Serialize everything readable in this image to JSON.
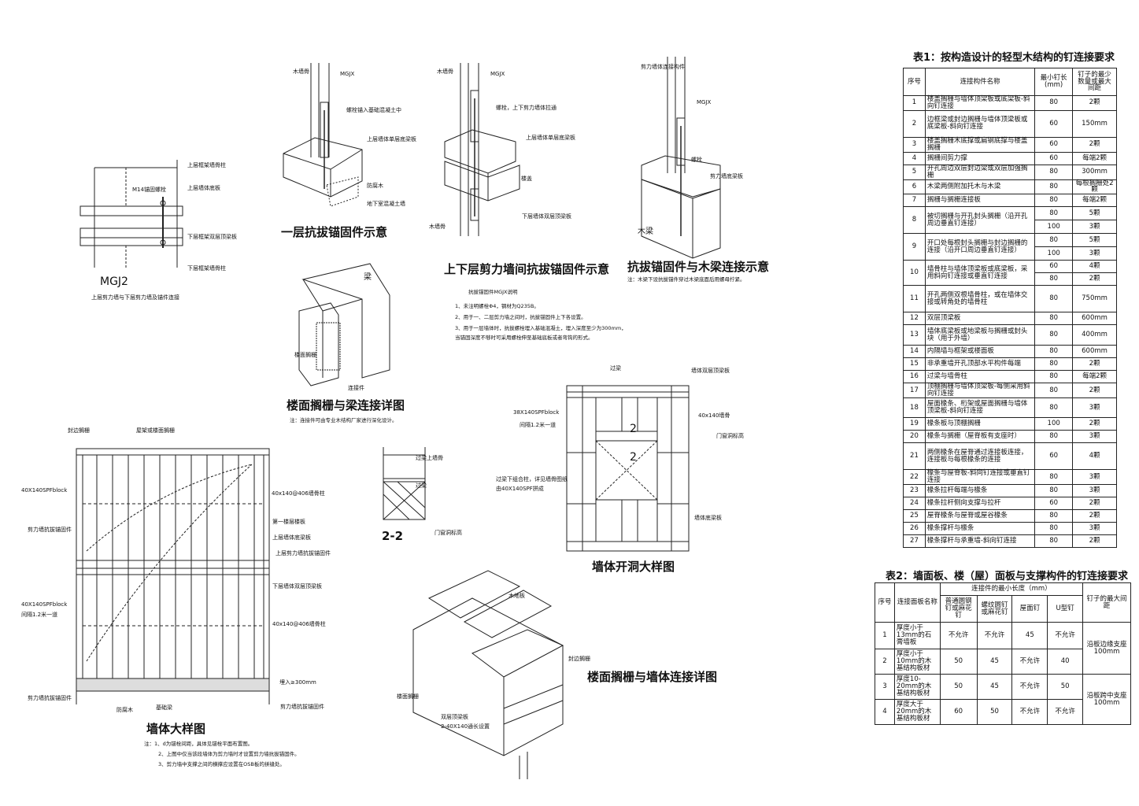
{
  "drawings": {
    "mgj2": {
      "title": "MGJ2",
      "caption": "上层剪力墙与下层剪力墙及锚件连接",
      "labels": [
        "上层框架墙骨柱",
        "M14锚固螺栓",
        "上层墙体底板",
        "下层框架双层顶梁板",
        "下层框架墙骨柱"
      ]
    },
    "d1": {
      "title": "一层抗拔锚固件示意",
      "labels": [
        "木墙骨",
        "MGJX",
        "螺栓锚入基础混凝土中",
        "上层墙体单层底梁板",
        "防腐木",
        "地下室混凝土墙"
      ]
    },
    "d2": {
      "title": "上下层剪力墙间抗拔锚固件示意",
      "labels": [
        "木墙骨",
        "MGJX",
        "螺栓，上下剪力墙体拉通",
        "上层墙体单层底梁板",
        "楼盖",
        "下层墙体双层顶梁板",
        "木墙骨"
      ]
    },
    "d3": {
      "title": "抗拔锚固件与木梁连接示意",
      "labels": [
        "剪力墙体连接构件",
        "MGJX",
        "螺栓",
        "剪力墙底梁板",
        "木梁"
      ],
      "note": "注：木梁下设抗拔锚件穿过木梁底面后用螺母拧紧。"
    },
    "mgjx_notes": {
      "heading": "抗拔锚固件MGJX说明",
      "lines": [
        "1、未注明螺栓Φ4，钢材为Q235B。",
        "2、用于一、二层剪力墙之间时，抗拔锚固件上下各设置。",
        "3、用于一层墙体时，抗拔螺栓埋入基础混凝土，埋入深度至少为300mm，",
        "   当锚固深度不够时可采用螺栓伸至基础底板或者弯钩的形式。"
      ]
    },
    "beam": {
      "title": "楼面搁栅与梁连接详图",
      "labels": [
        "梁",
        "楼面搁栅",
        "连接件"
      ],
      "note": "注：连接件可由专业木结构厂家进行深化设计。"
    },
    "s22": {
      "title": "2-2",
      "labels": [
        "过梁上墙骨",
        "过梁",
        "门窗洞标高"
      ]
    },
    "opening": {
      "title": "墙体开洞大样图",
      "labels": [
        "过梁",
        "墙体双层顶梁板",
        "38X140SPFblock",
        "间隔1.2米一道",
        "40x140墙骨",
        "门窗洞标高",
        "过梁下组合柱，详见墙骨图纸",
        "由40X140SPF拼成",
        "墙体底梁板"
      ]
    },
    "joist_wall": {
      "title": "楼面搁栅与墙体连接详图",
      "labels": [
        "木地板",
        "楼面搁栅",
        "封边搁栅",
        "双层顶梁板",
        "2-40X140通长设置"
      ]
    },
    "wall": {
      "title": "墙体大样图",
      "labels": [
        "封边搁栅",
        "屋架或楼面搁栅",
        "40X140SPFblock",
        "40x140@406墙骨柱",
        "剪力墙抗拔锚固件",
        "第一楼层楼板",
        "上层墙体底梁板",
        "上层剪力墙抗拔锚固件",
        "下层墙体双层顶梁板",
        "40X140SPFblock",
        "间隔1.2米一道",
        "40x140@406墙骨柱",
        "埋入≥300mm",
        "剪力墙抗拔锚固件",
        "基础梁",
        "防腐木",
        "剪力墙抗拔锚固件"
      ],
      "notes": [
        "注：1、d为锚栓间距，具体见锚栓平面布置图。",
        "2、上图中仅当该段墙体为剪力墙时才设置剪力墙抗拔锚固件。",
        "3、剪力墙中支撑之间的横撑应设置在OSB板的拼缝处。"
      ]
    }
  },
  "table1": {
    "caption": "表1：按构造设计的轻型木结构的钉连接要求",
    "headers": [
      "序号",
      "连接构件名称",
      "最小钉长(mm)",
      "钉子的最少数量或最大间距"
    ],
    "rows": [
      [
        "1",
        "楼盖搁栅与墙体顶梁板或底梁板-斜向钉连接",
        "80",
        "2颗"
      ],
      [
        "2",
        "边框梁或封边搁栅与墙体顶梁板或底梁板-斜向钉连接",
        "60",
        "150mm"
      ],
      [
        "3",
        "楼盖搁栅木底撑或扁钢底撑与楼盖搁栅",
        "60",
        "2颗"
      ],
      [
        "4",
        "搁栅间剪力撑",
        "60",
        "每端2颗"
      ],
      [
        "5",
        "开孔周边双层封边梁或双层加强搁栅",
        "80",
        "300mm"
      ],
      [
        "6",
        "木梁两侧附加托木与木梁",
        "80",
        "每根搁栅处2颗"
      ],
      [
        "7",
        "搁栅与搁栅连接板",
        "80",
        "每端2颗"
      ],
      [
        "8a",
        "被切搁栅与开孔封头搁栅（沿开孔周边垂直钉连接）",
        "80",
        "5颗"
      ],
      [
        "8b",
        "",
        "100",
        "3颗"
      ],
      [
        "9a",
        "开口处每根封头搁栅与封边搁栅的连接（沿开口周边垂直钉连接）",
        "80",
        "5颗"
      ],
      [
        "9b",
        "",
        "100",
        "3颗"
      ],
      [
        "10a",
        "墙骨柱与墙体顶梁板或底梁板，采用斜向钉连接或垂直钉连接",
        "60",
        "4颗"
      ],
      [
        "10b",
        "",
        "80",
        "2颗"
      ],
      [
        "11",
        "开孔两侧双根墙骨柱，或在墙体交接或转角处的墙骨柱",
        "80",
        "750mm"
      ],
      [
        "12",
        "双层顶梁板",
        "80",
        "600mm"
      ],
      [
        "13",
        "墙体底梁板或地梁板与搁栅或封头块（用于外墙）",
        "80",
        "400mm"
      ],
      [
        "14",
        "内隔墙与框架或楼面板",
        "80",
        "600mm"
      ],
      [
        "15",
        "非承重墙开孔顶部水平构件每端",
        "80",
        "2颗"
      ],
      [
        "16",
        "过梁与墙骨柱",
        "80",
        "每端2颗"
      ],
      [
        "17",
        "顶棚搁栅与墙体顶梁板-每侧采用斜向钉连接",
        "80",
        "2颗"
      ],
      [
        "18",
        "屋面椽条、桁架或屋面搁栅与墙体顶梁板-斜向钉连接",
        "80",
        "3颗"
      ],
      [
        "19",
        "椽条板与顶棚搁栅",
        "100",
        "2颗"
      ],
      [
        "20",
        "椽条与搁栅（屋脊板有支座时）",
        "80",
        "3颗"
      ],
      [
        "21",
        "两侧椽条在屋脊通过连接板连接，连接板与每根椽条的连接",
        "60",
        "4颗"
      ],
      [
        "22",
        "椽条与屋脊板-斜向钉连接或垂直钉连接",
        "80",
        "3颗"
      ],
      [
        "23",
        "椽条拉杆每端与椽条",
        "80",
        "3颗"
      ],
      [
        "24",
        "椽条拉杆侧向支撑与拉杆",
        "60",
        "2颗"
      ],
      [
        "25",
        "屋脊椽条与屋脊或屋谷椽条",
        "80",
        "2颗"
      ],
      [
        "26",
        "椽条撑杆与椽条",
        "80",
        "3颗"
      ],
      [
        "27",
        "椽条撑杆与承重墙-斜向钉连接",
        "80",
        "2颗"
      ]
    ]
  },
  "table2": {
    "caption": "表2：墙面板、楼（屋）面板与支撑构件的钉连接要求",
    "headers": {
      "no": "序号",
      "name": "连接面板名称",
      "group": "连接件的最小长度（mm）",
      "cols": [
        "普通圆钢钉或麻花钉",
        "螺纹圆钉或麻花钉",
        "屋面钉",
        "U型钉"
      ],
      "last": "钉子的最大间距"
    },
    "rows": [
      [
        "1",
        "厚度小于13mm的石膏墙板",
        "不允许",
        "不允许",
        "45",
        "不允许"
      ],
      [
        "2",
        "厚度小于10mm的木基结构板材",
        "50",
        "45",
        "不允许",
        "40"
      ],
      [
        "3",
        "厚度10-20mm的木基结构板材",
        "50",
        "45",
        "不允许",
        "50"
      ],
      [
        "4",
        "厚度大于20mm的木基结构板材",
        "60",
        "50",
        "不允许",
        "不允许"
      ]
    ],
    "spacing": [
      "沿板边缘支座 100mm",
      "沿板跨中支座 100mm"
    ]
  }
}
